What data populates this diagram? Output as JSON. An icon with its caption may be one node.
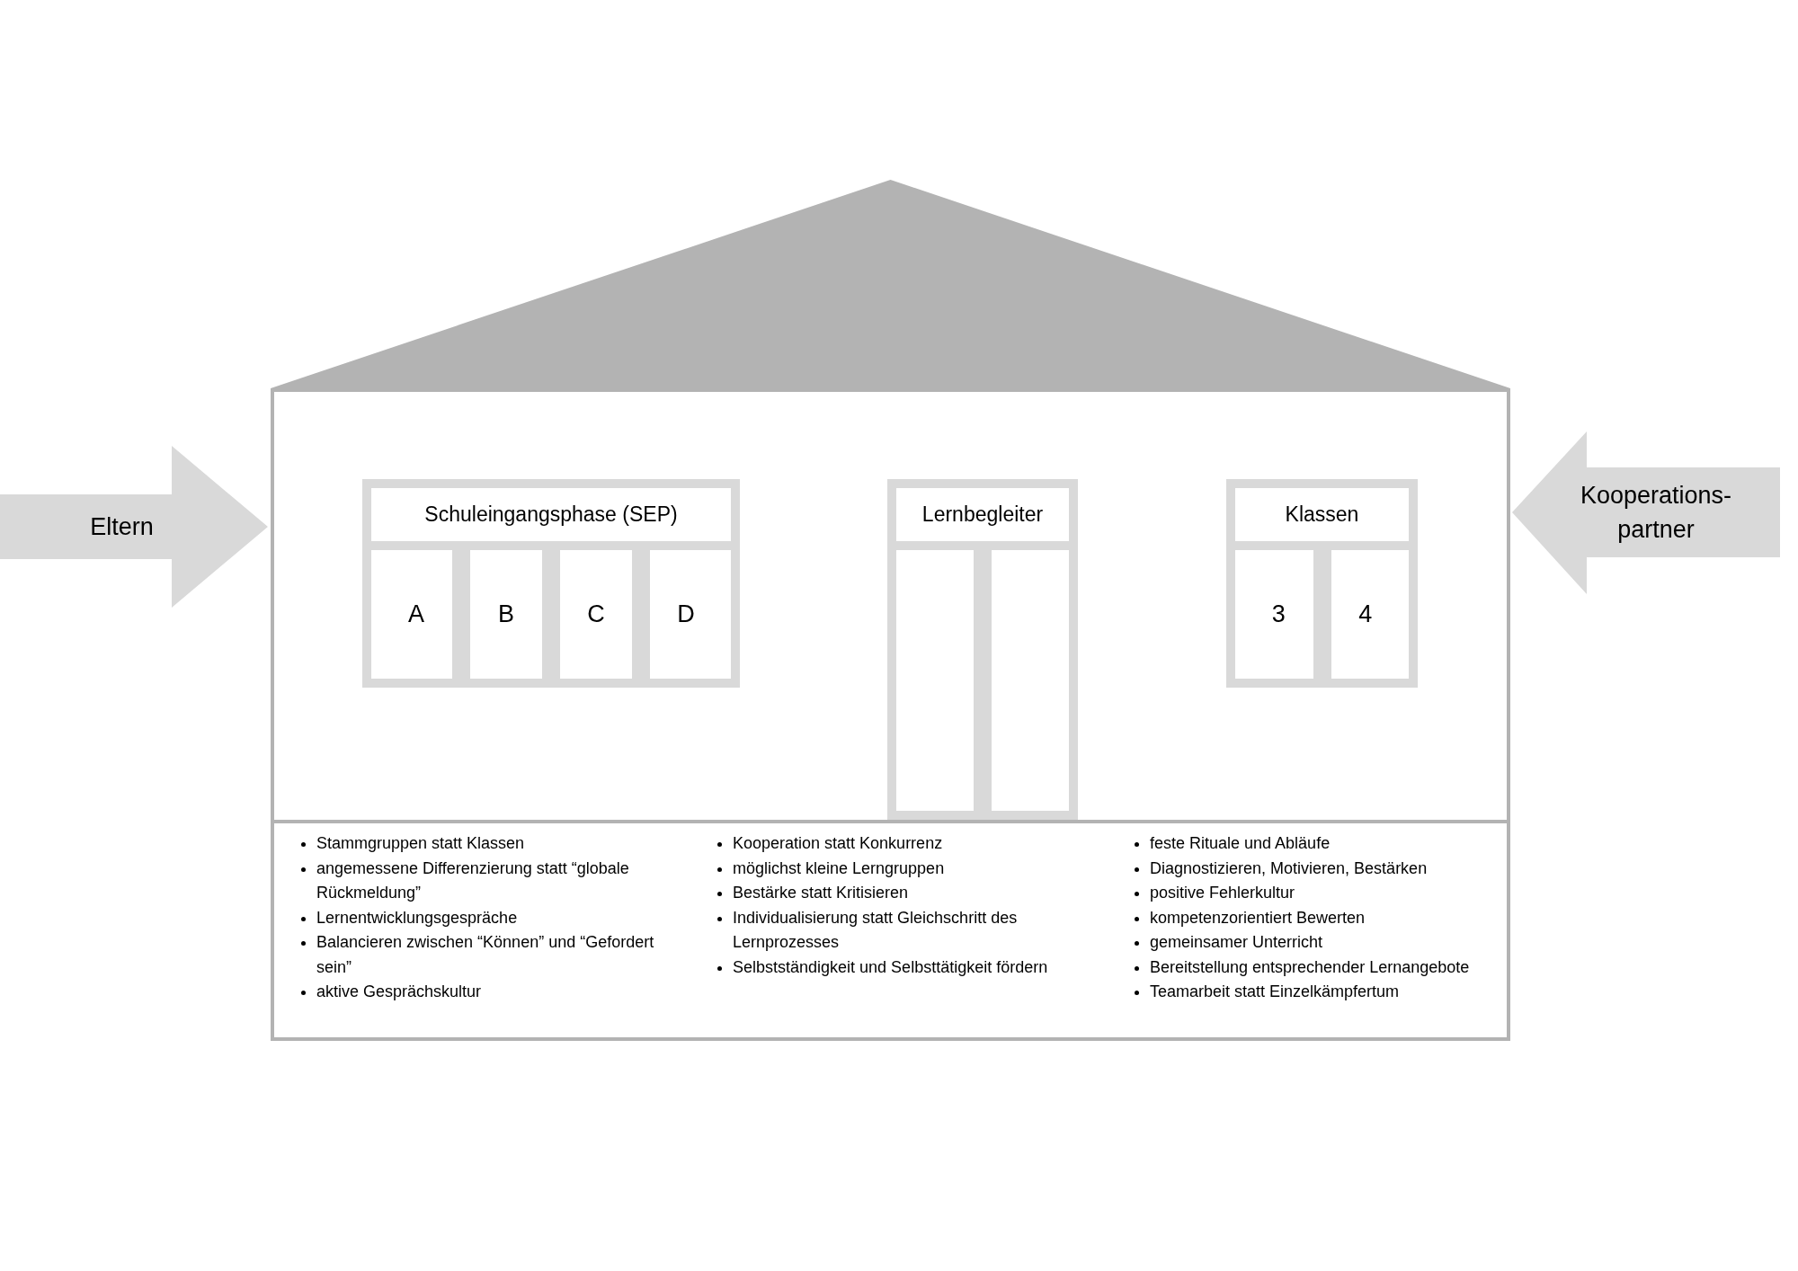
{
  "diagram": {
    "nodes": [
      {
        "text": [],
        "shape": "triangle"
      },
      {
        "text": [],
        "shape": "box"
      },
      {
        "text": [
          "Schuleingangsphase (SEP)"
        ],
        "in": 1
      },
      {
        "text": [
          "A"
        ],
        "in": 2
      },
      {
        "text": [
          "B"
        ],
        "in": 2
      },
      {
        "text": [
          "C"
        ],
        "in": 2
      },
      {
        "text": [
          "D"
        ],
        "in": 2
      },
      {
        "text": [
          "Lernbegleiter"
        ],
        "in": 1
      },
      {
        "text": [],
        "shape": "box",
        "in": 7
      },
      {
        "text": [],
        "shape": "box",
        "in": 7
      },
      {
        "text": [
          "Klassen"
        ],
        "in": 1
      },
      {
        "text": [
          "3"
        ],
        "in": 10
      },
      {
        "text": [
          "4"
        ],
        "in": 10
      },
      {
        "text": [
          "Stammgruppen statt Klassen",
          "angemessene Differenzierung statt “globale Rückmeldung”",
          "Lernentwicklungsgespräche",
          "Balancieren zwischen “Können” und “Gefordert sein”",
          "aktive Gesprächskultur",
          "Kooperation statt Konkurrenz",
          "möglichst kleine Lerngruppen",
          "Bestärke statt Kritisieren",
          "Individualisierung statt Gleichschritt des Lernprozesses",
          "Selbstständigkeit und Selbsttätigkeit fördern",
          "feste Rituale und Abläufe",
          "Diagnostizieren, Motivieren, Bestärken",
          "positive Fehlerkultur",
          "kompetenzorientiert Bewerten",
          "gemeinsamer Unterricht",
          "Bereitstellung entsprechender Lernangebote",
          "Teamarbeit statt Einzelkämpfertum"
        ],
        "in": 1
      },
      {
        "text": [
          "Eltern"
        ]
      },
      {
        "text": [
          "Kooperations- partner"
        ]
      }
    ]
  }
}
